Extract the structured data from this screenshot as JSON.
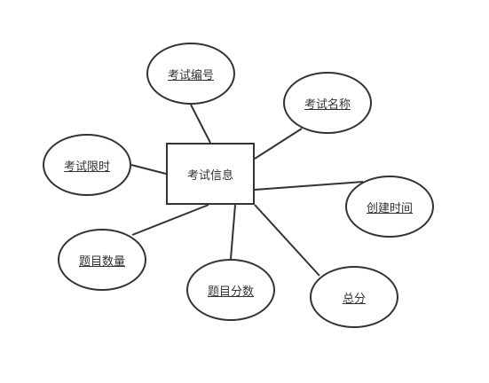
{
  "entity": {
    "label": "考试信息"
  },
  "attributes": {
    "exam_id": "考试编号",
    "exam_name": "考试名称",
    "time_limit": "考试限时",
    "create_time": "创建时间",
    "question_count": "题目数量",
    "question_score": "题目分数",
    "total_score": "总分"
  }
}
